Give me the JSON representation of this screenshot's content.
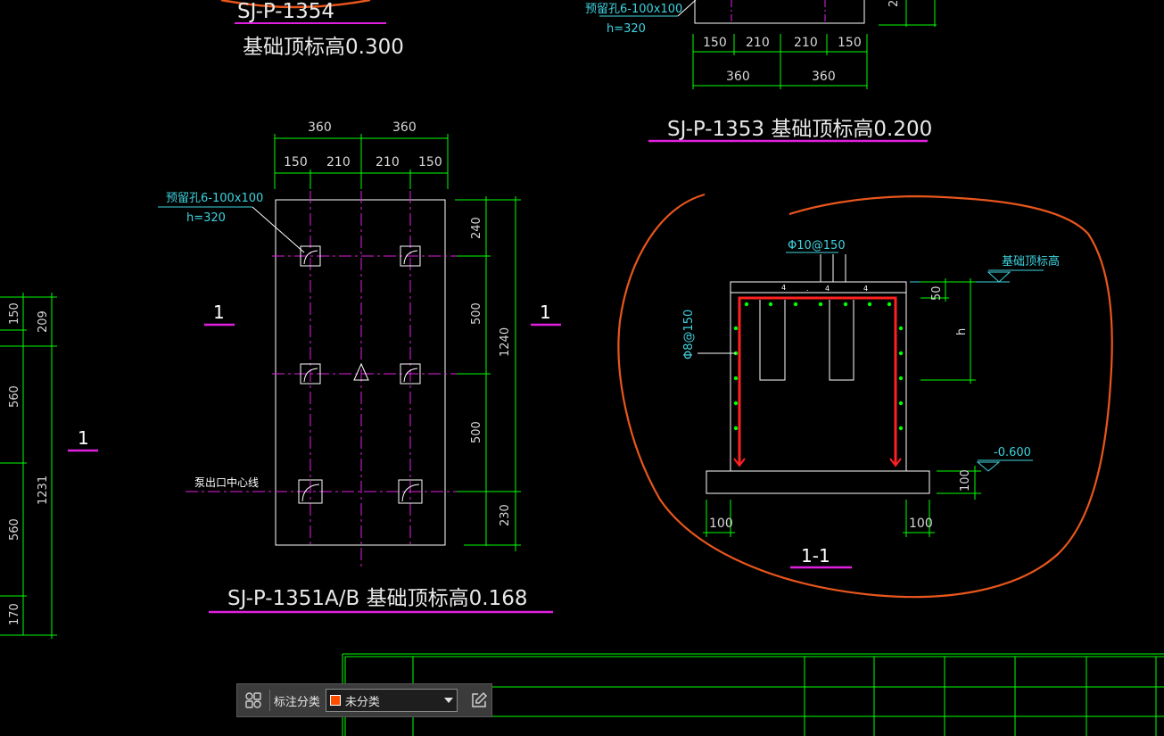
{
  "drawing": {
    "top_partial_title": "SJ-P-1354",
    "top_partial_elev": "基础顶标高0.300",
    "top_hole_note": "预留孔6-100x100",
    "top_hole_h": "h=320",
    "top_dims_small": [
      "150",
      "210",
      "210",
      "150"
    ],
    "top_dims_big": [
      "360",
      "360"
    ],
    "top_edge_dim": "2",
    "title_1353": "SJ-P-1353  基础顶标高0.200",
    "plan_dims_big": [
      "360",
      "360"
    ],
    "plan_dims_small": [
      "150",
      "210",
      "210",
      "150"
    ],
    "plan_hole_note": "预留孔6-100x100",
    "plan_hole_h": "h=320",
    "plan_side_dims": [
      "240",
      "500",
      "500",
      "230"
    ],
    "plan_total_dim": "1240",
    "pump_outlet_line": "泵出口中心线",
    "section_mark_left": "1",
    "section_mark_right": "1",
    "title_1351": "SJ-P-1351A/B  基础顶标高0.168",
    "left_dims": [
      "150",
      "209",
      "560",
      "1231",
      "560",
      "170"
    ],
    "left_section_mark": "1",
    "section_rebar_top": "Φ10@150",
    "section_rebar_side": "Φ8@150",
    "section_top_elev": "基础顶标高",
    "section_dim_50": "50",
    "section_dim_h": "h",
    "section_bottom_elev": "-0.600",
    "section_dim_100_right": "100",
    "section_dim_100_left": "100",
    "section_dim_100_bottom": "100",
    "section_label": "1-1"
  },
  "toolbar": {
    "annotation_category_label": "标注分类",
    "category_value": "未分类",
    "swatch_color": "#ff4d00"
  }
}
